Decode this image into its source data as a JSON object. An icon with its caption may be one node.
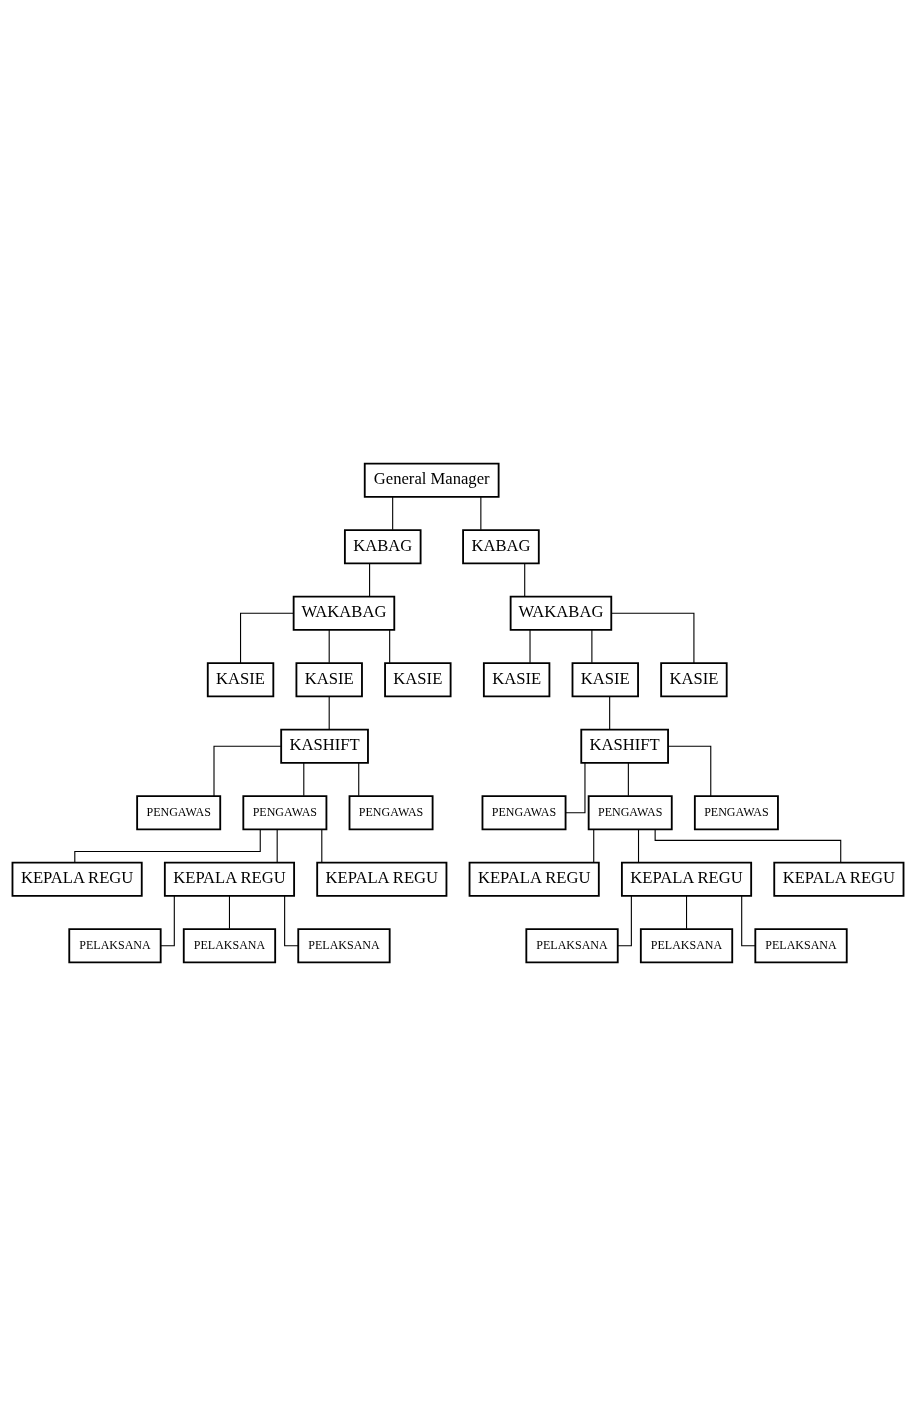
{
  "diagram": {
    "nodes": [
      {
        "text": [
          "General Manager"
        ]
      },
      {
        "text": [
          "KABAG"
        ]
      },
      {
        "text": [
          "KABAG"
        ]
      },
      {
        "text": [
          "WAKABAG"
        ]
      },
      {
        "text": [
          "WAKABAG"
        ]
      },
      {
        "text": [
          "KASIE"
        ]
      },
      {
        "text": [
          "KASIE"
        ]
      },
      {
        "text": [
          "KASIE"
        ]
      },
      {
        "text": [
          "KASIE"
        ]
      },
      {
        "text": [
          "KASIE"
        ]
      },
      {
        "text": [
          "KASIE"
        ]
      },
      {
        "text": [
          "KASHIFT"
        ]
      },
      {
        "text": [
          "KASHIFT"
        ]
      },
      {
        "text": [
          "PENGAWAS"
        ]
      },
      {
        "text": [
          "PENGAWAS"
        ]
      },
      {
        "text": [
          "PENGAWAS"
        ]
      },
      {
        "text": [
          "PENGAWAS"
        ]
      },
      {
        "text": [
          "PENGAWAS"
        ]
      },
      {
        "text": [
          "PENGAWAS"
        ]
      },
      {
        "text": [
          "KEPALA REGU"
        ]
      },
      {
        "text": [
          "KEPALA REGU"
        ]
      },
      {
        "text": [
          "KEPALA REGU"
        ]
      },
      {
        "text": [
          "KEPALA REGU"
        ]
      },
      {
        "text": [
          "KEPALA REGU"
        ]
      },
      {
        "text": [
          "KEPALA REGU"
        ]
      },
      {
        "text": [
          "PELAKSANA"
        ]
      },
      {
        "text": [
          "PELAKSANA"
        ]
      },
      {
        "text": [
          "PELAKSANA"
        ]
      },
      {
        "text": [
          "PELAKSANA"
        ]
      },
      {
        "text": [
          "PELAKSANA"
        ]
      },
      {
        "text": [
          "PELAKSANA"
        ]
      }
    ],
    "edges": [
      {
        "from": 0,
        "to": 1,
        "arrow": "none"
      },
      {
        "from": 0,
        "to": 2,
        "arrow": "none"
      },
      {
        "from": 1,
        "to": 3,
        "arrow": "none"
      },
      {
        "from": 2,
        "to": 4,
        "arrow": "none"
      },
      {
        "from": 3,
        "to": 5,
        "arrow": "none"
      },
      {
        "from": 3,
        "to": 6,
        "arrow": "none"
      },
      {
        "from": 3,
        "to": 7,
        "arrow": "none"
      },
      {
        "from": 4,
        "to": 8,
        "arrow": "none"
      },
      {
        "from": 4,
        "to": 9,
        "arrow": "none"
      },
      {
        "from": 4,
        "to": 10,
        "arrow": "none"
      },
      {
        "from": 6,
        "to": 11,
        "arrow": "none"
      },
      {
        "from": 9,
        "to": 12,
        "arrow": "none"
      },
      {
        "from": 11,
        "to": 13,
        "arrow": "none"
      },
      {
        "from": 11,
        "to": 14,
        "arrow": "none"
      },
      {
        "from": 11,
        "to": 15,
        "arrow": "none"
      },
      {
        "from": 12,
        "to": 16,
        "arrow": "none"
      },
      {
        "from": 12,
        "to": 17,
        "arrow": "none"
      },
      {
        "from": 12,
        "to": 18,
        "arrow": "none"
      },
      {
        "from": 14,
        "to": 19,
        "arrow": "none"
      },
      {
        "from": 14,
        "to": 20,
        "arrow": "none"
      },
      {
        "from": 14,
        "to": 21,
        "arrow": "none"
      },
      {
        "from": 17,
        "to": 22,
        "arrow": "none"
      },
      {
        "from": 17,
        "to": 23,
        "arrow": "none"
      },
      {
        "from": 17,
        "to": 24,
        "arrow": "none"
      },
      {
        "from": 20,
        "to": 25,
        "arrow": "none"
      },
      {
        "from": 20,
        "to": 26,
        "arrow": "none"
      },
      {
        "from": 20,
        "to": 27,
        "arrow": "none"
      },
      {
        "from": 23,
        "to": 28,
        "arrow": "none"
      },
      {
        "from": 23,
        "to": 29,
        "arrow": "none"
      },
      {
        "from": 23,
        "to": 30,
        "arrow": "none"
      }
    ]
  }
}
